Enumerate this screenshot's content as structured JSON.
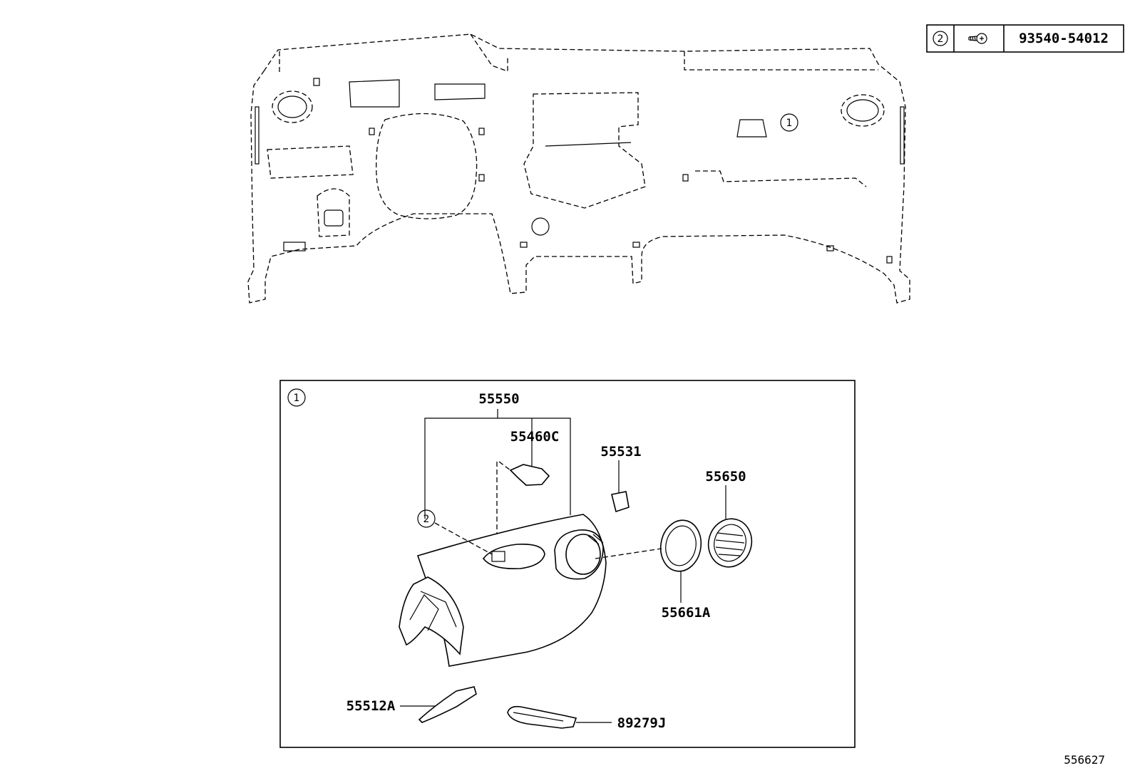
{
  "legend": {
    "ref_number": "2",
    "icon": "screw-icon",
    "part_number": "93540-54012"
  },
  "overview": {
    "callout": "1"
  },
  "detail": {
    "ref_number": "1",
    "screw_callout": "2",
    "parts": {
      "p55550": "55550",
      "p55460C": "55460C",
      "p55531": "55531",
      "p55650": "55650",
      "p55661A": "55661A",
      "p55512A": "55512A",
      "p89279J": "89279J"
    }
  },
  "diagram_id": "556627"
}
